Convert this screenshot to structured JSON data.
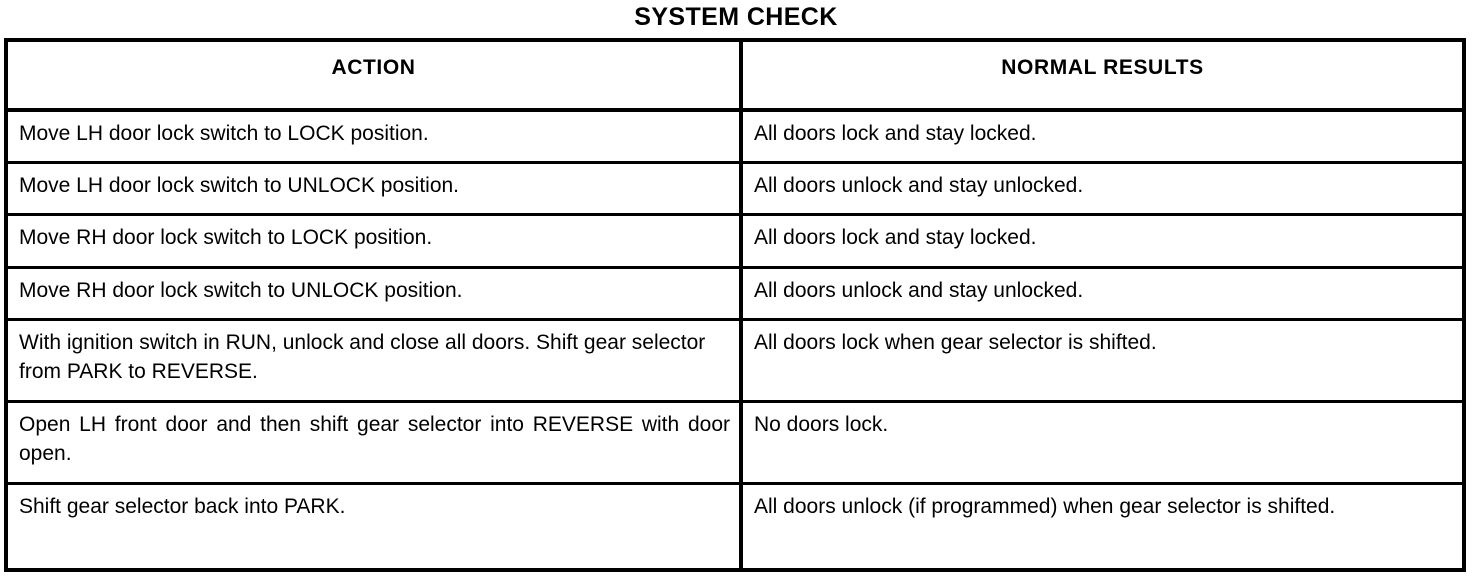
{
  "document": {
    "title": "SYSTEM CHECK"
  },
  "table": {
    "headers": {
      "action": "ACTION",
      "results": "NORMAL RESULTS"
    },
    "rows": [
      {
        "action": "Move LH door lock switch to LOCK position.",
        "result": "All doors lock and stay locked."
      },
      {
        "action": "Move LH door lock switch to UNLOCK position.",
        "result": "All doors unlock and stay unlocked."
      },
      {
        "action": "Move RH door lock switch to LOCK position.",
        "result": "All doors lock and stay locked."
      },
      {
        "action": "Move RH door lock switch to UNLOCK position.",
        "result": "All doors unlock and stay unlocked."
      },
      {
        "action": "With ignition switch in RUN, unlock and close all doors. Shift gear selector from PARK to REVERSE.",
        "result": "All doors lock when gear selector is shifted."
      },
      {
        "action": "Open LH front door and then shift gear selector into REVERSE with door open.",
        "result": "No doors lock."
      },
      {
        "action": "Shift gear selector back into PARK.",
        "result": "All doors unlock (if programmed) when gear selector is shifted."
      }
    ]
  },
  "style": {
    "ink_color": "#000000",
    "paper_color": "#ffffff"
  }
}
